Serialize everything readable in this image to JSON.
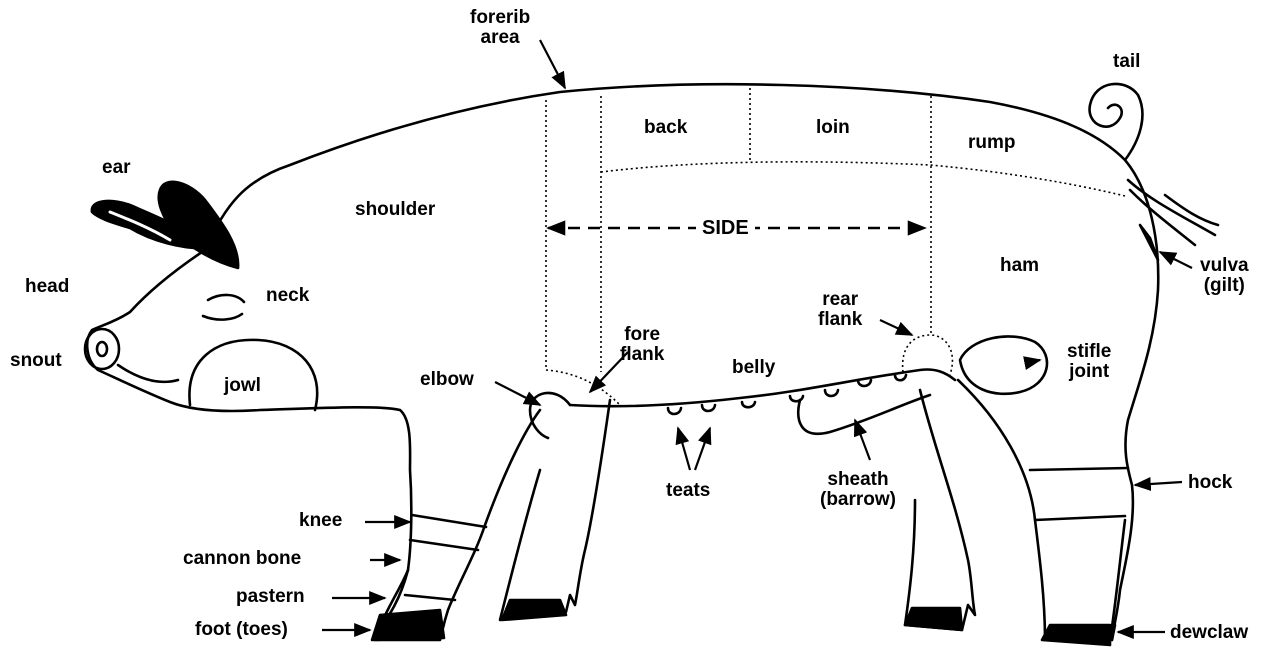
{
  "labels": {
    "forerib": [
      "forerib",
      "area"
    ],
    "tail": "tail",
    "back": "back",
    "loin": "loin",
    "rump": "rump",
    "ear": "ear",
    "shoulder": "shoulder",
    "side": "SIDE",
    "head": "head",
    "neck": "neck",
    "ham": "ham",
    "vulva": [
      "vulva",
      "(gilt)"
    ],
    "snout": "snout",
    "jowl": "jowl",
    "rear_flank": [
      "rear",
      "flank"
    ],
    "fore_flank": [
      "fore",
      "flank"
    ],
    "stifle_joint": [
      "stifle",
      "joint"
    ],
    "elbow": "elbow",
    "belly": "belly",
    "teats": "teats",
    "sheath": [
      "sheath",
      "(barrow)"
    ],
    "hock": "hock",
    "knee": "knee",
    "cannon_bone": "cannon bone",
    "pastern": "pastern",
    "foot": "foot (toes)",
    "dewclaw": "dewclaw"
  }
}
